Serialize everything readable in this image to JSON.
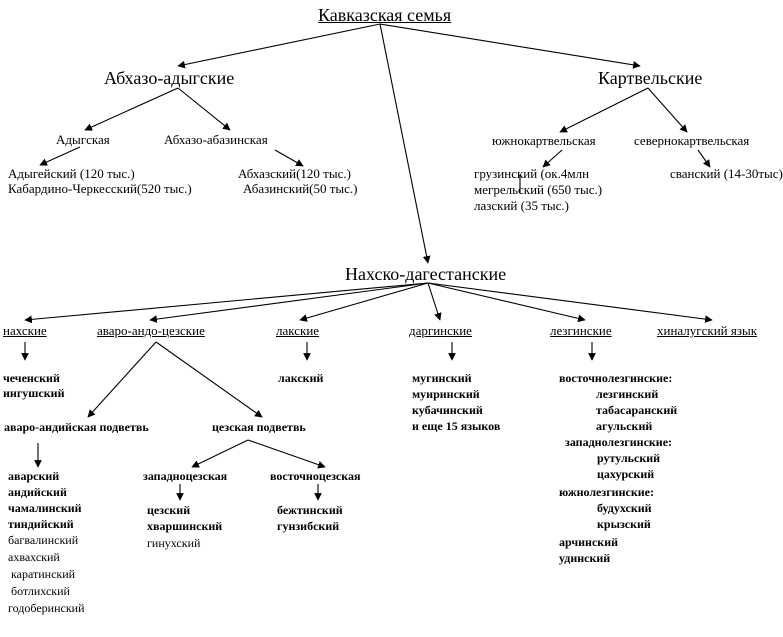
{
  "root": "Кавказская семья",
  "abkhaz_adyghe": {
    "title": "Абхазо-адыгские",
    "adyghe": {
      "title": "Адыгская",
      "langs": [
        "Адыгейский (120 тыс.)",
        "Кабардино-Черкесский(520 тыс.)"
      ]
    },
    "abkhaz_abaza": {
      "title": "Абхазо-абазинская",
      "langs": [
        "Абхазский(120 тыс.)",
        "Абазинский(50 тыс.)"
      ]
    }
  },
  "kartvelian": {
    "title": "Картвельские",
    "south": {
      "title": "южнокартвельская",
      "langs": [
        "грузинский (ок.4млн",
        "мегрельский (650 тыс.)",
        "лазский  (35 тыс.)"
      ]
    },
    "north": {
      "title": "севернокартвельская",
      "langs": [
        "сванский (14-30тыс)"
      ]
    }
  },
  "nakh_dagestan": {
    "title": "Нахско-дагестанские",
    "nakh": {
      "title": "нахские",
      "langs": [
        "чеченский",
        "ингушский"
      ]
    },
    "avar_andi_tsez": {
      "title": "аваро-андо-цезские",
      "avar_andi": {
        "title": "аваро-андийская подветвь",
        "langs": [
          "аварский",
          "андийский",
          "чамалинский",
          "тиндийский",
          "багвалинский",
          "ахвахский",
          "каратинский",
          "ботлихский",
          "годоберинский"
        ]
      },
      "tsez": {
        "title": "цезская подветвь",
        "west": {
          "title": "западноцезская",
          "langs": [
            "цезский",
            "хваршинский",
            "гинухский"
          ]
        },
        "east": {
          "title": "восточноцезская",
          "langs": [
            "бежтинский",
            "гунзибский"
          ]
        }
      }
    },
    "lak": {
      "title": "лакские",
      "langs": [
        "лакский"
      ]
    },
    "dargin": {
      "title": "даргинские",
      "langs": [
        "мугинский",
        "муиринский",
        "кубачинский",
        "и еще 15 языков"
      ]
    },
    "lezgic": {
      "title": "лезгинские",
      "east_title": "восточнолезгинские:",
      "east_langs": [
        "лезгинский",
        "табасаранский",
        "агульский"
      ],
      "west_title": "западнолезгинские:",
      "west_langs": [
        "рутульский",
        "цахурский"
      ],
      "south_title": "южнолезгинские:",
      "south_langs": [
        "будухский",
        "крызский"
      ],
      "other_langs": [
        "арчинский",
        "удинский"
      ]
    },
    "khinalug": {
      "title": "хиналугский язык"
    }
  }
}
